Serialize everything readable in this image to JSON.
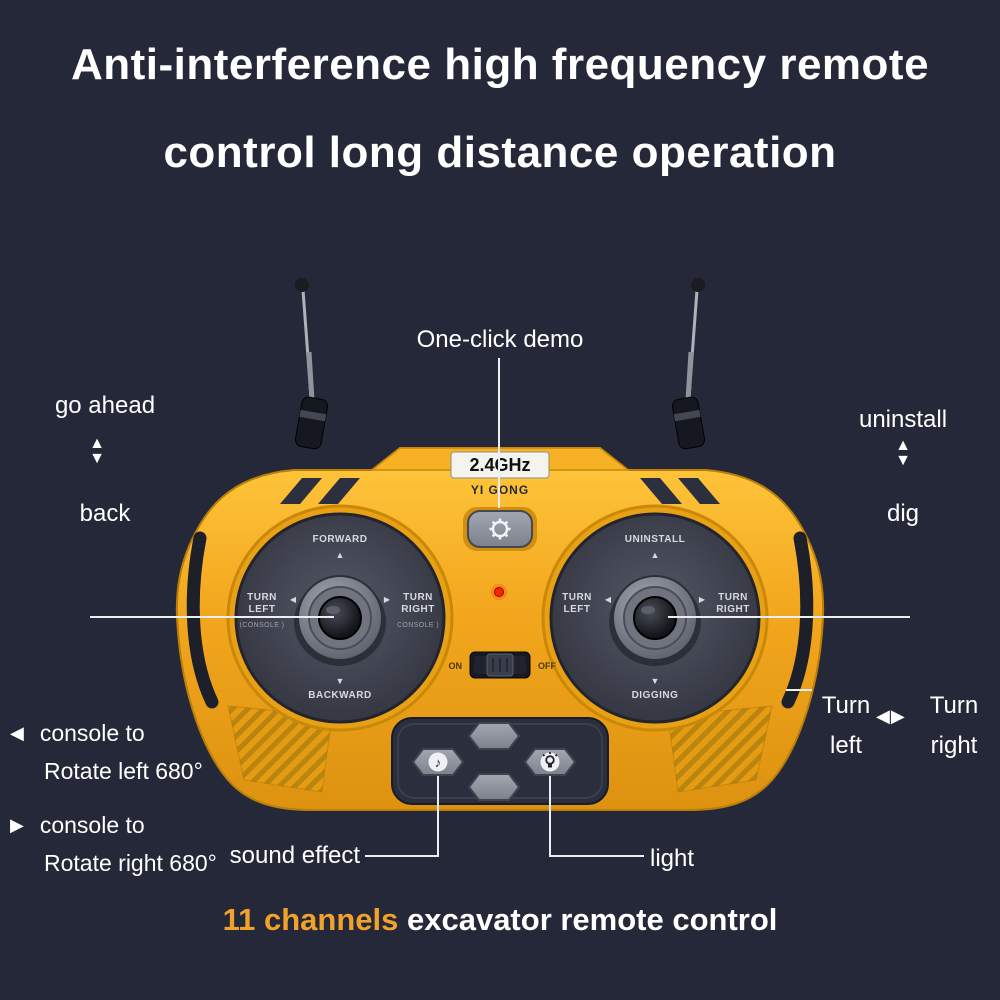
{
  "title": {
    "line1": "Anti-interference high frequency remote",
    "line2": "control long distance operation"
  },
  "callouts": {
    "one_click_demo": "One-click demo",
    "go_ahead": "go ahead",
    "back": "back",
    "uninstall": "uninstall",
    "dig": "dig",
    "console_rotate_left": {
      "line1": "console to",
      "line2": "Rotate left 680°"
    },
    "console_rotate_right": {
      "line1": "console to",
      "line2": "Rotate right 680°"
    },
    "turn_left": "Turn\nleft",
    "turn_right": "Turn\nright",
    "sound_effect": "sound effect",
    "light": "light"
  },
  "device": {
    "frequency": "2.4GHz",
    "brand": "YI GONG",
    "power_switch": {
      "on": "ON",
      "off": "OFF"
    },
    "left_pad": {
      "top": "FORWARD",
      "left_line1": "TURN",
      "left_line2": "LEFT",
      "left_note": "(CONSOLE )",
      "right_line1": "TURN",
      "right_line2": "RIGHT",
      "right_note": "CONSOLE )",
      "bottom": "BACKWARD"
    },
    "right_pad": {
      "top": "UNINSTALL",
      "left_line1": "TURN",
      "left_line2": "LEFT",
      "right_line1": "TURN",
      "right_line2": "RIGHT",
      "bottom": "DIGGING"
    }
  },
  "footer": {
    "highlight": "11 channels ",
    "rest": "excavator remote control"
  },
  "icons": {
    "gear": "⚙",
    "music_note": "♪",
    "arrow_up": "▲",
    "arrow_down": "▼",
    "triangle_left": "◀",
    "triangle_right": "▶"
  },
  "colors": {
    "background": "#252838",
    "body_yellow": "#f3a71e",
    "accent_orange": "#f0a22b",
    "line_white": "#eceef2",
    "led_red": "#ff2400"
  }
}
